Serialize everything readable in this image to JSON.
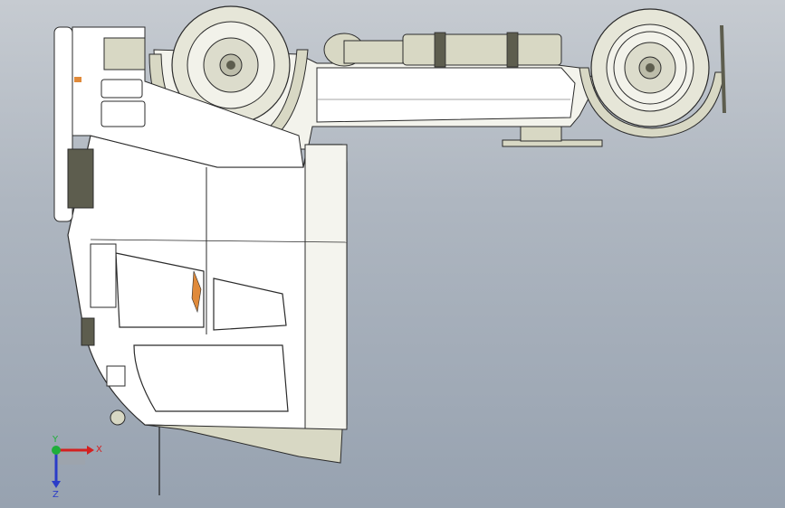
{
  "viewport": {
    "background_top": "#c6cbd1",
    "background_bottom": "#97a2b0"
  },
  "model": {
    "body_color": "#ffffff",
    "shade_color": "#d8d8c4",
    "dark_color": "#5d5d4e",
    "outline_color": "#2b2b2b",
    "accent_color": "#e08a3a"
  },
  "triad": {
    "x_label": "X",
    "y_label": "Y",
    "z_label": "Z",
    "x_color": "#d42020",
    "y_color": "#1fae3a",
    "z_color": "#2a3cc8"
  }
}
